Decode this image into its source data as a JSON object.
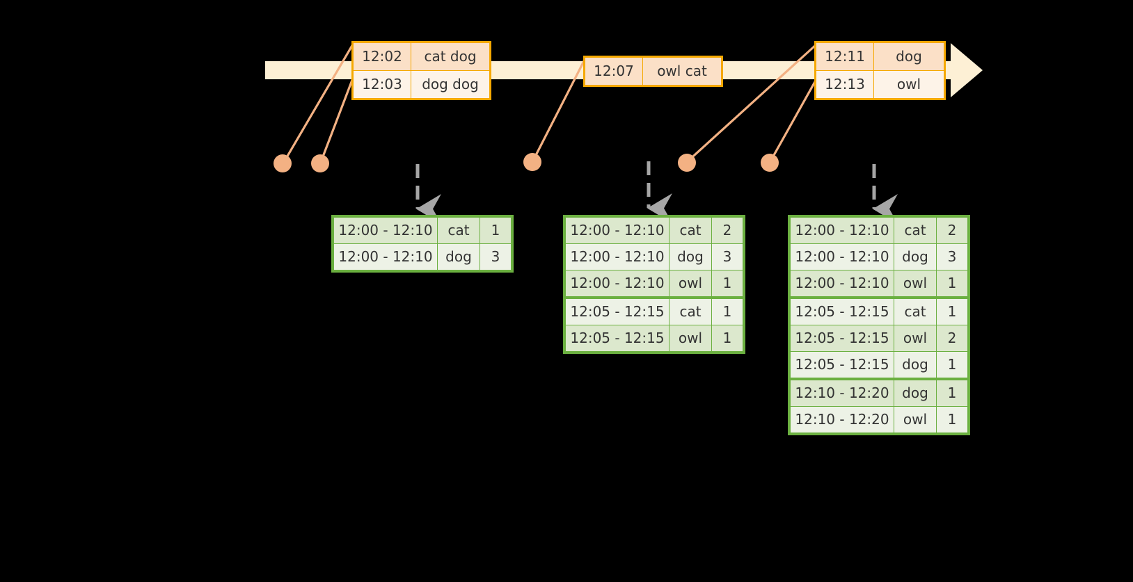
{
  "diagram": {
    "title": "",
    "colors": {
      "background": "#000000",
      "timeline_bar": "#FDF0D5",
      "event_border": "#F5A800",
      "event_fill_odd": "#FBE0C7",
      "event_fill_even": "#FDF3E8",
      "connector": "#F3B183",
      "dot": "#F3B183",
      "result_border": "#6BB040",
      "result_fill_shade": "#DCE8CD",
      "result_fill_light": "#EDF2E6",
      "dashed_arrow": "#A6A6A6"
    }
  },
  "timeline": {
    "arrow_name": "timeline-arrow",
    "events": [
      {
        "name": "event-group-1",
        "rows": [
          {
            "time": "12:02",
            "words": "cat dog"
          },
          {
            "time": "12:03",
            "words": "dog dog"
          }
        ]
      },
      {
        "name": "event-group-2",
        "rows": [
          {
            "time": "12:07",
            "words": "owl cat"
          }
        ]
      },
      {
        "name": "event-group-3",
        "rows": [
          {
            "time": "12:11",
            "words": "dog"
          },
          {
            "time": "12:13",
            "words": "owl"
          }
        ]
      }
    ]
  },
  "results": [
    {
      "name": "result-table-1",
      "rows": [
        {
          "window": "12:00 - 12:10",
          "word": "cat",
          "count": "1"
        },
        {
          "window": "12:00 - 12:10",
          "word": "dog",
          "count": "3"
        }
      ]
    },
    {
      "name": "result-table-2",
      "rows": [
        {
          "window": "12:00 - 12:10",
          "word": "cat",
          "count": "2"
        },
        {
          "window": "12:00 - 12:10",
          "word": "dog",
          "count": "3"
        },
        {
          "window": "12:00 - 12:10",
          "word": "owl",
          "count": "1"
        },
        {
          "window": "12:05 - 12:15",
          "word": "cat",
          "count": "1"
        },
        {
          "window": "12:05 - 12:15",
          "word": "owl",
          "count": "1"
        }
      ]
    },
    {
      "name": "result-table-3",
      "rows": [
        {
          "window": "12:00 - 12:10",
          "word": "cat",
          "count": "2"
        },
        {
          "window": "12:00 - 12:10",
          "word": "dog",
          "count": "3"
        },
        {
          "window": "12:00 - 12:10",
          "word": "owl",
          "count": "1"
        },
        {
          "window": "12:05 - 12:15",
          "word": "cat",
          "count": "1"
        },
        {
          "window": "12:05 - 12:15",
          "word": "owl",
          "count": "2"
        },
        {
          "window": "12:05 - 12:15",
          "word": "dog",
          "count": "1"
        },
        {
          "window": "12:10 - 12:20",
          "word": "dog",
          "count": "1"
        },
        {
          "window": "12:10 - 12:20",
          "word": "owl",
          "count": "1"
        }
      ]
    }
  ]
}
